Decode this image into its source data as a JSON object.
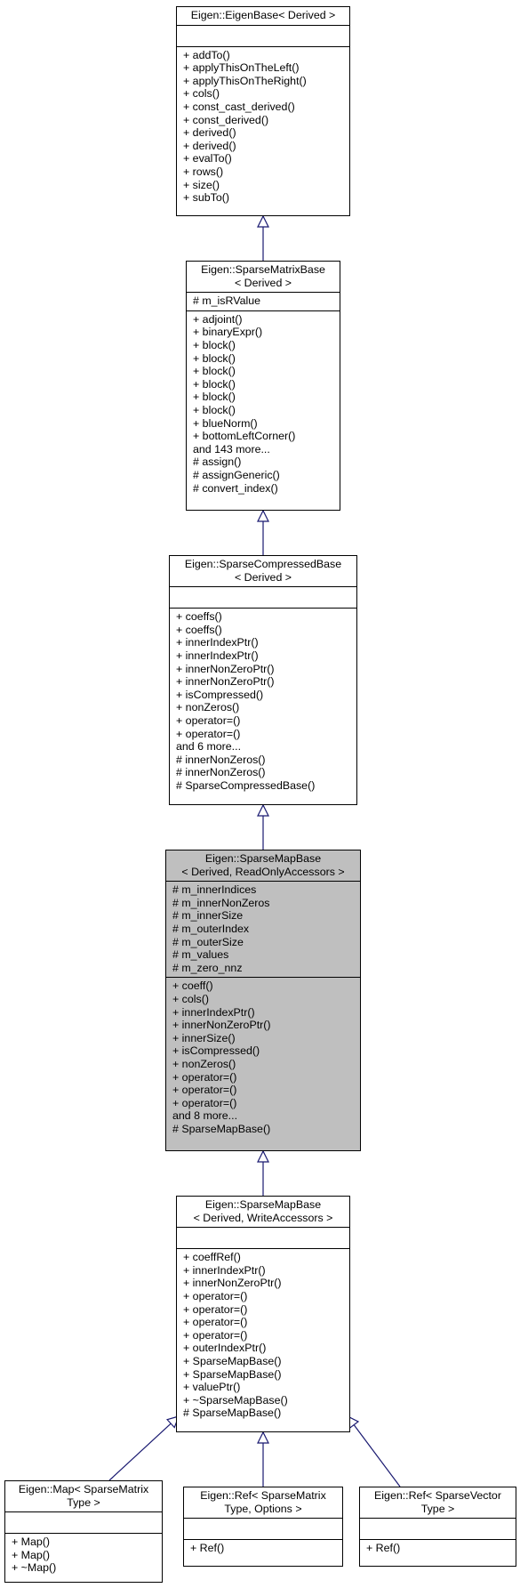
{
  "classes": [
    {
      "id": "eigenbase",
      "title": [
        "Eigen::EigenBase< Derived >"
      ],
      "attributes": [],
      "methods": [
        "+ addTo()",
        "+ applyThisOnTheLeft()",
        "+ applyThisOnTheRight()",
        "+ cols()",
        "+ const_cast_derived()",
        "+ const_derived()",
        "+ derived()",
        "+ derived()",
        "+ evalTo()",
        "+ rows()",
        "+ size()",
        "+ subTo()"
      ]
    },
    {
      "id": "sparsematrixbase",
      "title": [
        "Eigen::SparseMatrixBase",
        "< Derived >"
      ],
      "attributes": [
        "# m_isRValue"
      ],
      "methods": [
        "+ adjoint()",
        "+ binaryExpr()",
        "+ block()",
        "+ block()",
        "+ block()",
        "+ block()",
        "+ block()",
        "+ block()",
        "+ blueNorm()",
        "+ bottomLeftCorner()",
        "and 143 more...",
        "# assign()",
        "# assignGeneric()",
        "# convert_index()"
      ]
    },
    {
      "id": "sparsecompressedbase",
      "title": [
        "Eigen::SparseCompressedBase",
        "< Derived >"
      ],
      "attributes": [],
      "methods": [
        "+ coeffs()",
        "+ coeffs()",
        "+ innerIndexPtr()",
        "+ innerIndexPtr()",
        "+ innerNonZeroPtr()",
        "+ innerNonZeroPtr()",
        "+ isCompressed()",
        "+ nonZeros()",
        "+ operator=()",
        "+ operator=()",
        "and 6 more...",
        "# innerNonZeros()",
        "# innerNonZeros()",
        "# SparseCompressedBase()"
      ]
    },
    {
      "id": "sparsemapbase-ro",
      "title": [
        "Eigen::SparseMapBase",
        "< Derived, ReadOnlyAccessors >"
      ],
      "attributes": [
        "# m_innerIndices",
        "# m_innerNonZeros",
        "# m_innerSize",
        "# m_outerIndex",
        "# m_outerSize",
        "# m_values",
        "# m_zero_nnz"
      ],
      "methods": [
        "+ coeff()",
        "+ cols()",
        "+ innerIndexPtr()",
        "+ innerNonZeroPtr()",
        "+ innerSize()",
        "+ isCompressed()",
        "+ nonZeros()",
        "+ operator=()",
        "+ operator=()",
        "+ operator=()",
        "and 8 more...",
        "# SparseMapBase()"
      ]
    },
    {
      "id": "sparsemapbase-wa",
      "title": [
        "Eigen::SparseMapBase",
        "< Derived, WriteAccessors >"
      ],
      "attributes": [],
      "methods": [
        "+ coeffRef()",
        "+ innerIndexPtr()",
        "+ innerNonZeroPtr()",
        "+ operator=()",
        "+ operator=()",
        "+ operator=()",
        "+ operator=()",
        "+ outerIndexPtr()",
        "+ SparseMapBase()",
        "+ SparseMapBase()",
        "+ valuePtr()",
        "+ ~SparseMapBase()",
        "# SparseMapBase()"
      ]
    },
    {
      "id": "map-sparsematrix",
      "title": [
        "Eigen::Map< SparseMatrix",
        "Type >"
      ],
      "attributes": [],
      "methods": [
        "+ Map()",
        "+ Map()",
        "+ ~Map()"
      ]
    },
    {
      "id": "ref-sparsematrix",
      "title": [
        "Eigen::Ref< SparseMatrix",
        "Type, Options >"
      ],
      "attributes": [],
      "methods": [
        "+ Ref()"
      ]
    },
    {
      "id": "ref-sparsevector",
      "title": [
        "Eigen::Ref< SparseVector",
        "Type >"
      ],
      "attributes": [],
      "methods": [
        "+ Ref()"
      ]
    }
  ],
  "colors": {
    "edge": "#191970",
    "box_border": "#000000",
    "highlight_fill": "#bfbfbf",
    "box_fill": "#ffffff"
  },
  "edges": [
    {
      "from": "sparsematrixbase",
      "to": "eigenbase"
    },
    {
      "from": "sparsecompressedbase",
      "to": "sparsematrixbase"
    },
    {
      "from": "sparsemapbase-ro",
      "to": "sparsecompressedbase"
    },
    {
      "from": "sparsemapbase-wa",
      "to": "sparsemapbase-ro"
    },
    {
      "from": "map-sparsematrix",
      "to": "sparsemapbase-wa"
    },
    {
      "from": "ref-sparsematrix",
      "to": "sparsemapbase-wa"
    },
    {
      "from": "ref-sparsevector",
      "to": "sparsemapbase-wa"
    }
  ],
  "highlighted": "sparsemapbase-ro"
}
